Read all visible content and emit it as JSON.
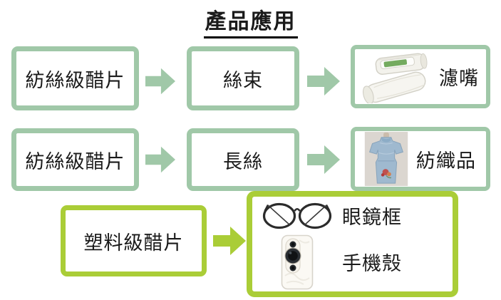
{
  "title": "產品應用",
  "colors": {
    "sage_green": "#A0C8A8",
    "lime_green": "#AACD37",
    "text": "#1A1A1A",
    "background": "#FFFFFF"
  },
  "icons": {
    "arrow": "block-right-arrow"
  },
  "images": {
    "row1_product": "filter-tow-roll-photo",
    "row2_product": "blue-satin-dress-photo",
    "row3_product_1": "black-eyeglass-frames-photo",
    "row3_product_2": "white-marble-phone-photo"
  },
  "flows": [
    {
      "source": "紡絲級醋片",
      "intermediate": "絲束",
      "product_label": "濾嘴"
    },
    {
      "source": "紡絲級醋片",
      "intermediate": "長絲",
      "product_label": "紡織品"
    },
    {
      "source": "塑料級醋片",
      "products": [
        {
          "label": "眼鏡框"
        },
        {
          "label": "手機殼"
        }
      ]
    }
  ]
}
